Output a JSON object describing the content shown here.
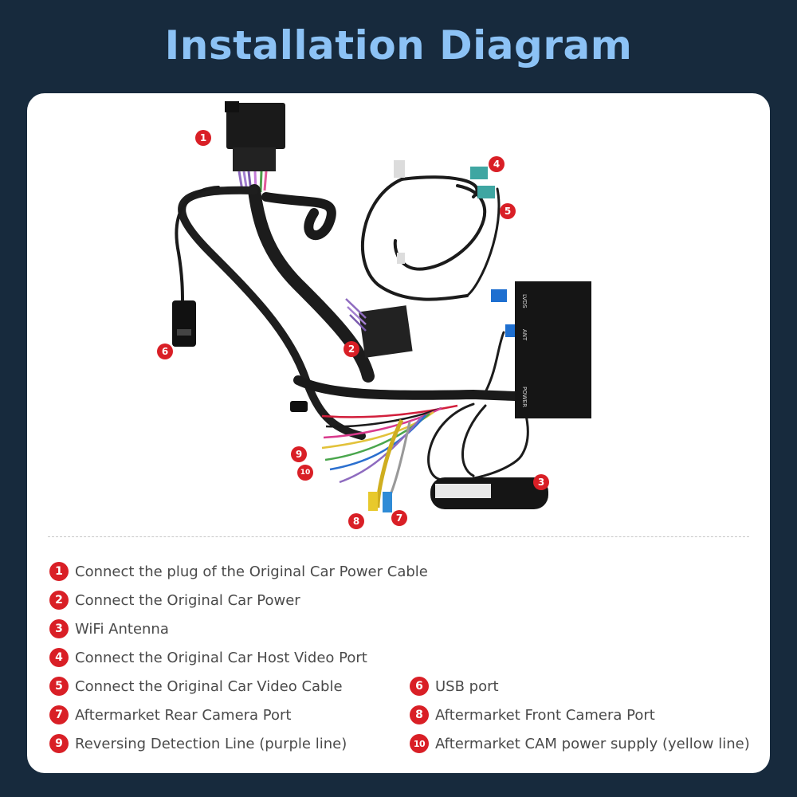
{
  "title": "Installation Diagram",
  "markers": [
    "1",
    "2",
    "3",
    "4",
    "5",
    "6",
    "7",
    "8",
    "9",
    "10"
  ],
  "box_labels": {
    "lvds": "LVDS",
    "ant": "ANT",
    "power": "POWER"
  },
  "legend": [
    {
      "num": "1",
      "text": "Connect the plug of the Original Car Power Cable"
    },
    {
      "num": "2",
      "text": "Connect the Original Car Power"
    },
    {
      "num": "3",
      "text": "WiFi Antenna"
    },
    {
      "num": "4",
      "text": "Connect the Original Car Host Video Port"
    },
    {
      "num": "5",
      "text": "Connect the Original Car Video Cable"
    },
    {
      "num": "6",
      "text": "USB port"
    },
    {
      "num": "7",
      "text": "Aftermarket Rear Camera Port"
    },
    {
      "num": "8",
      "text": "Aftermarket Front Camera Port"
    },
    {
      "num": "9",
      "text": "Reversing Detection Line (purple line)"
    },
    {
      "num": "10",
      "text": "Aftermarket CAM power supply (yellow line)"
    }
  ],
  "colors": {
    "background": "#172a3d",
    "title": "#8cc2f5",
    "marker": "#d91f26",
    "card": "#ffffff"
  }
}
